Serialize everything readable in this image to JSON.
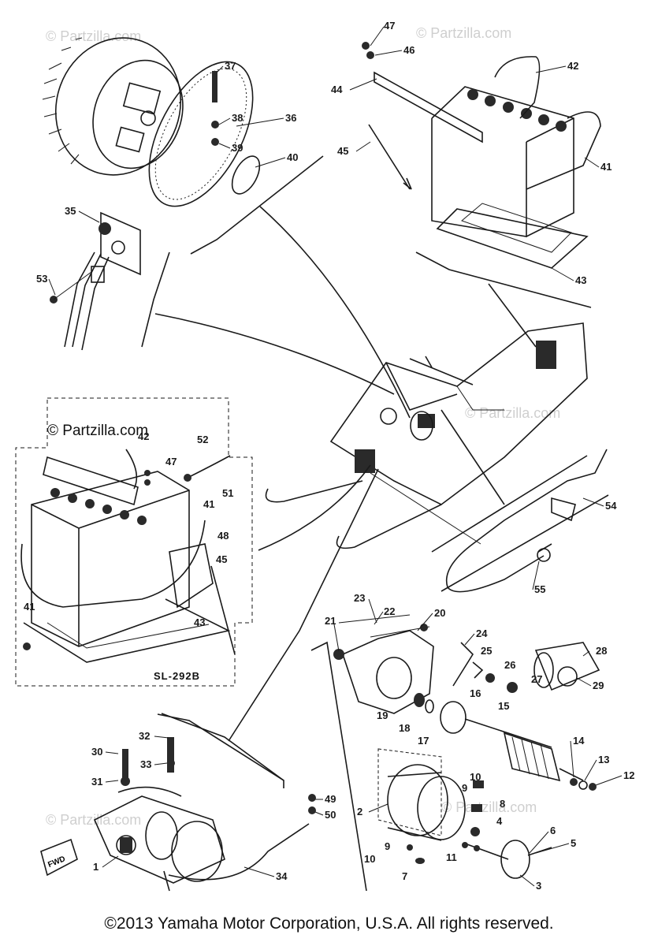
{
  "watermarks": {
    "top_left": "© Partzilla.com",
    "top_right": "© Partzilla.com",
    "inset": "© Partzilla.com",
    "mid_right": "© Partzilla.com",
    "bottom_left": "© Partzilla.com",
    "bottom_right": "© Partzilla.com"
  },
  "inset_label": "SL-292B",
  "callouts": {
    "c1": "1",
    "c2": "2",
    "c3": "3",
    "c4": "4",
    "c5": "5",
    "c6": "6",
    "c7": "7",
    "c8": "8",
    "c9a": "9",
    "c9b": "9",
    "c10a": "10",
    "c10b": "10",
    "c11": "11",
    "c12": "12",
    "c13": "13",
    "c14": "14",
    "c15": "15",
    "c16": "16",
    "c17": "17",
    "c18": "18",
    "c19": "19",
    "c20": "20",
    "c21": "21",
    "c22": "22",
    "c23": "23",
    "c24": "24",
    "c25": "25",
    "c26": "26",
    "c27": "27",
    "c28": "28",
    "c29": "29",
    "c30": "30",
    "c31": "31",
    "c32": "32",
    "c33": "33",
    "c34": "34",
    "c35": "35",
    "c36": "36",
    "c37": "37",
    "c38": "38",
    "c39": "39",
    "c40": "40",
    "c41a": "41",
    "c41b": "41",
    "c41c": "41",
    "c42a": "42",
    "c42b": "42",
    "c43a": "43",
    "c43b": "43",
    "c44": "44",
    "c45a": "45",
    "c45b": "45",
    "c46": "46",
    "c47a": "47",
    "c47b": "47",
    "c48": "48",
    "c49": "49",
    "c50": "50",
    "c51": "51",
    "c52": "52",
    "c53": "53",
    "c54": "54",
    "c55": "55"
  },
  "copyright": "©2013 Yamaha Motor Corporation, U.S.A. All rights reserved."
}
